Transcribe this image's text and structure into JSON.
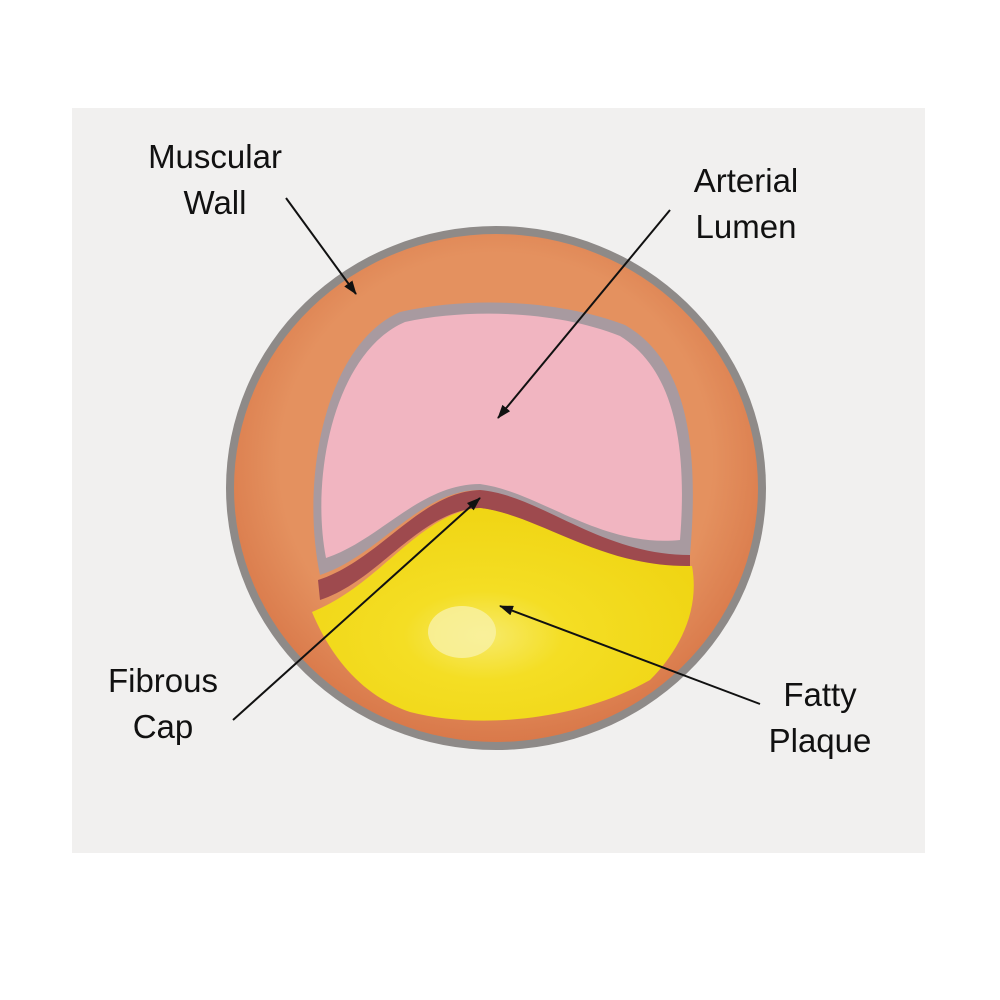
{
  "labels": {
    "muscular_wall": {
      "line1": "Muscular",
      "line2": "Wall"
    },
    "arterial_lumen": {
      "line1": "Arterial",
      "line2": "Lumen"
    },
    "fibrous_cap": {
      "line1": "Fibrous",
      "line2": "Cap"
    },
    "fatty_plaque": {
      "line1": "Fatty",
      "line2": "Plaque"
    }
  },
  "colors": {
    "paper": "#f1f0ef",
    "wall_outline": "#8e8a88",
    "muscular_wall": "#e0875a",
    "lumen_rim": "#a89aa0",
    "lumen": "#f1b5c1",
    "fibrous_cap": "#9e4a4e",
    "fatty_plaque": "#f3dc1e",
    "arrow": "#111111"
  }
}
